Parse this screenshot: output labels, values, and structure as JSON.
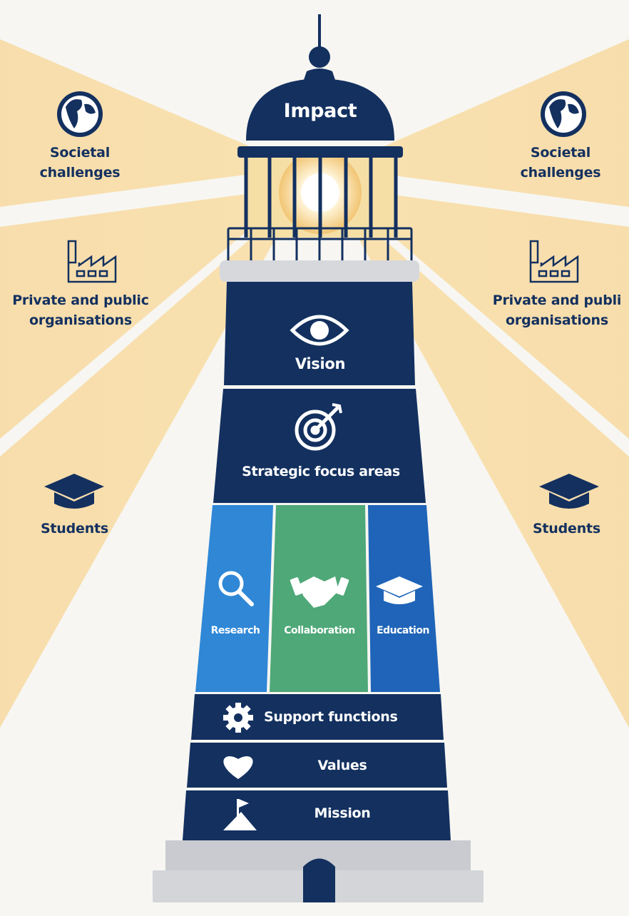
{
  "lighthouse": {
    "top": "Impact",
    "vision": "Vision",
    "focus": "Strategic focus areas",
    "pillars": {
      "research": "Research",
      "collaboration": "Collaboration",
      "education": "Education"
    },
    "support": "Support functions",
    "values": "Values",
    "mission": "Mission"
  },
  "stakeholders": {
    "left": [
      {
        "line1": "Societal",
        "line2": "challenges",
        "icon": "globe-icon"
      },
      {
        "line1": "Private and public",
        "line2": "organisations",
        "icon": "factory-icon"
      },
      {
        "line1": "Students",
        "line2": "",
        "icon": "graduation-cap-icon"
      }
    ],
    "right": [
      {
        "line1": "Societal",
        "line2": "challenges",
        "icon": "globe-icon"
      },
      {
        "line1": "Private and publi",
        "line2": "organisations",
        "icon": "factory-icon"
      },
      {
        "line1": "Students",
        "line2": "",
        "icon": "graduation-cap-icon"
      }
    ]
  },
  "colors": {
    "navy": "#13305f",
    "research": "#2f87d6",
    "collaboration": "#4ea877",
    "education": "#1f64b8",
    "stone": "#c9cbd0",
    "beam": "#f7d9a0",
    "background": "#f7f6f2"
  }
}
